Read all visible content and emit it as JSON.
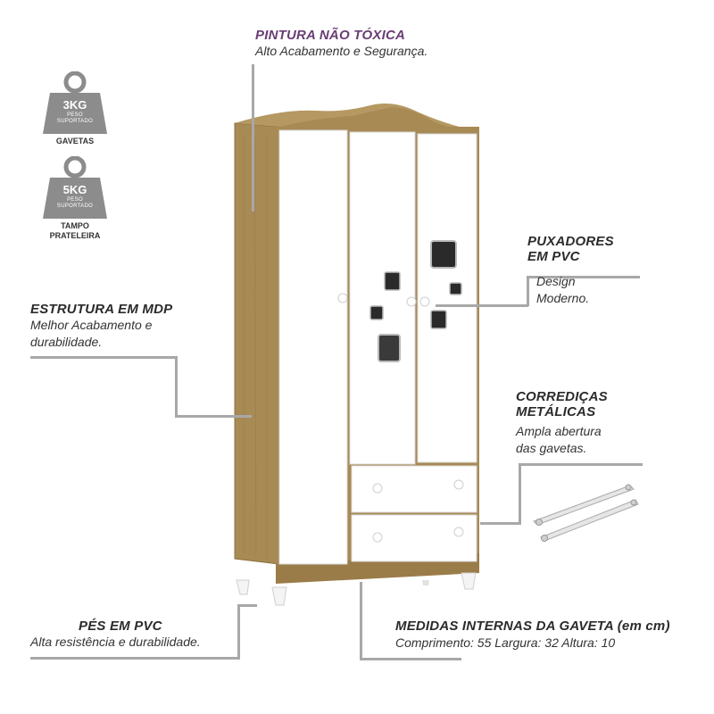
{
  "badges": [
    {
      "value": "3KG",
      "sub_line1": "PESO",
      "sub_line2": "SUPORTADO",
      "caption_line1": "GAVETAS",
      "caption_line2": ""
    },
    {
      "value": "5KG",
      "sub_line1": "PESO",
      "sub_line2": "SUPORTADO",
      "caption_line1": "TAMPO",
      "caption_line2": "PRATELEIRA"
    }
  ],
  "features": {
    "paint": {
      "title": "PINTURA NÃO TÓXICA",
      "desc": "Alto Acabamento e Segurança."
    },
    "structure": {
      "title": "ESTRUTURA EM MDP",
      "desc_line1": "Melhor Acabamento e",
      "desc_line2": "durabilidade."
    },
    "handles": {
      "title_line1": "PUXADORES",
      "title_line2": "EM PVC",
      "desc_line1": "Design",
      "desc_line2": "Moderno."
    },
    "slides": {
      "title_line1": "CORREDIÇAS",
      "title_line2": "METÁLICAS",
      "desc_line1": "Ampla abertura",
      "desc_line2": "das gavetas."
    },
    "feet": {
      "title": "PÉS EM PVC",
      "desc": "Alta resistência e durabilidade."
    },
    "drawer": {
      "title": "MEDIDAS INTERNAS DA GAVETA (em cm)",
      "desc": "Comprimento: 55 Largura: 32 Altura: 10"
    }
  },
  "colors": {
    "wood": "#a88a55",
    "wood_dark": "#8d7040",
    "white_panel": "#ffffff",
    "badge_gray": "#8c8c8c",
    "accent_title": "#6a3d74",
    "leader_line": "#a8a8a8"
  }
}
